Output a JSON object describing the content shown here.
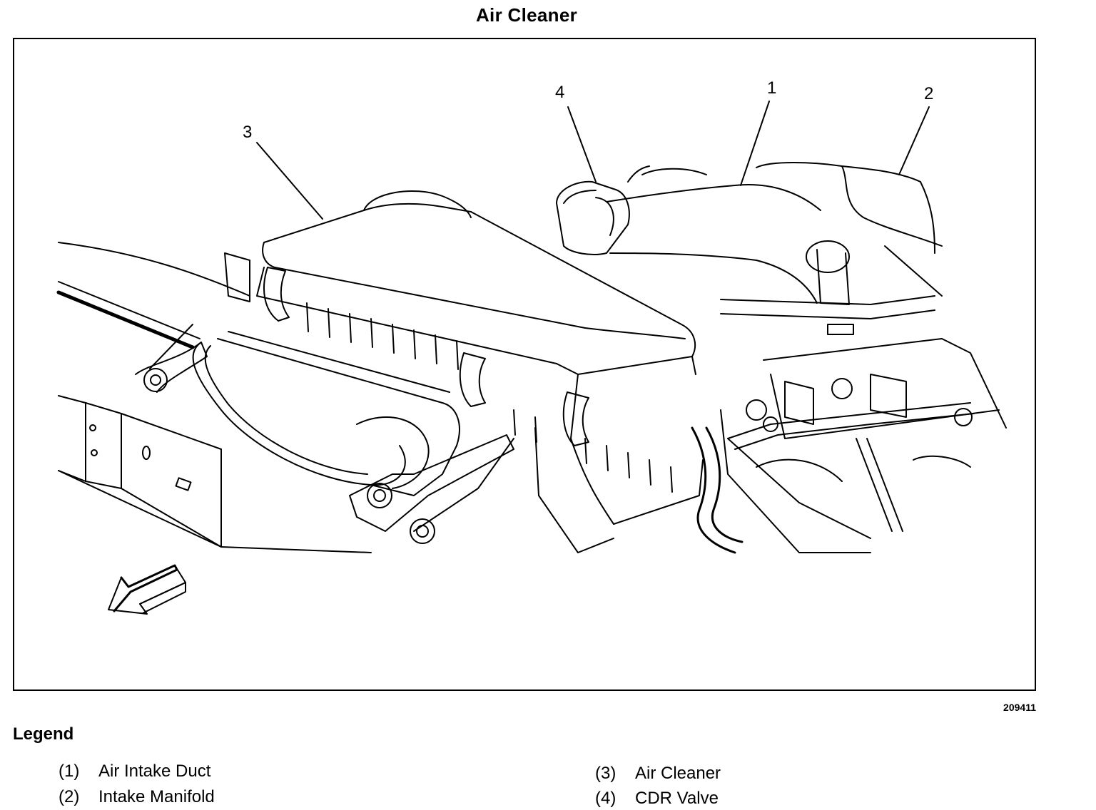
{
  "title": "Air Cleaner",
  "figure_id": "209411",
  "callouts": {
    "c1": "1",
    "c2": "2",
    "c3": "3",
    "c4": "4"
  },
  "legend": {
    "title": "Legend",
    "items": [
      {
        "num": "(1)",
        "label": "Air Intake Duct"
      },
      {
        "num": "(2)",
        "label": "Intake Manifold"
      },
      {
        "num": "(3)",
        "label": "Air Cleaner"
      },
      {
        "num": "(4)",
        "label": "CDR Valve"
      }
    ]
  },
  "icons": {
    "direction_arrow": "front-arrow-icon"
  }
}
